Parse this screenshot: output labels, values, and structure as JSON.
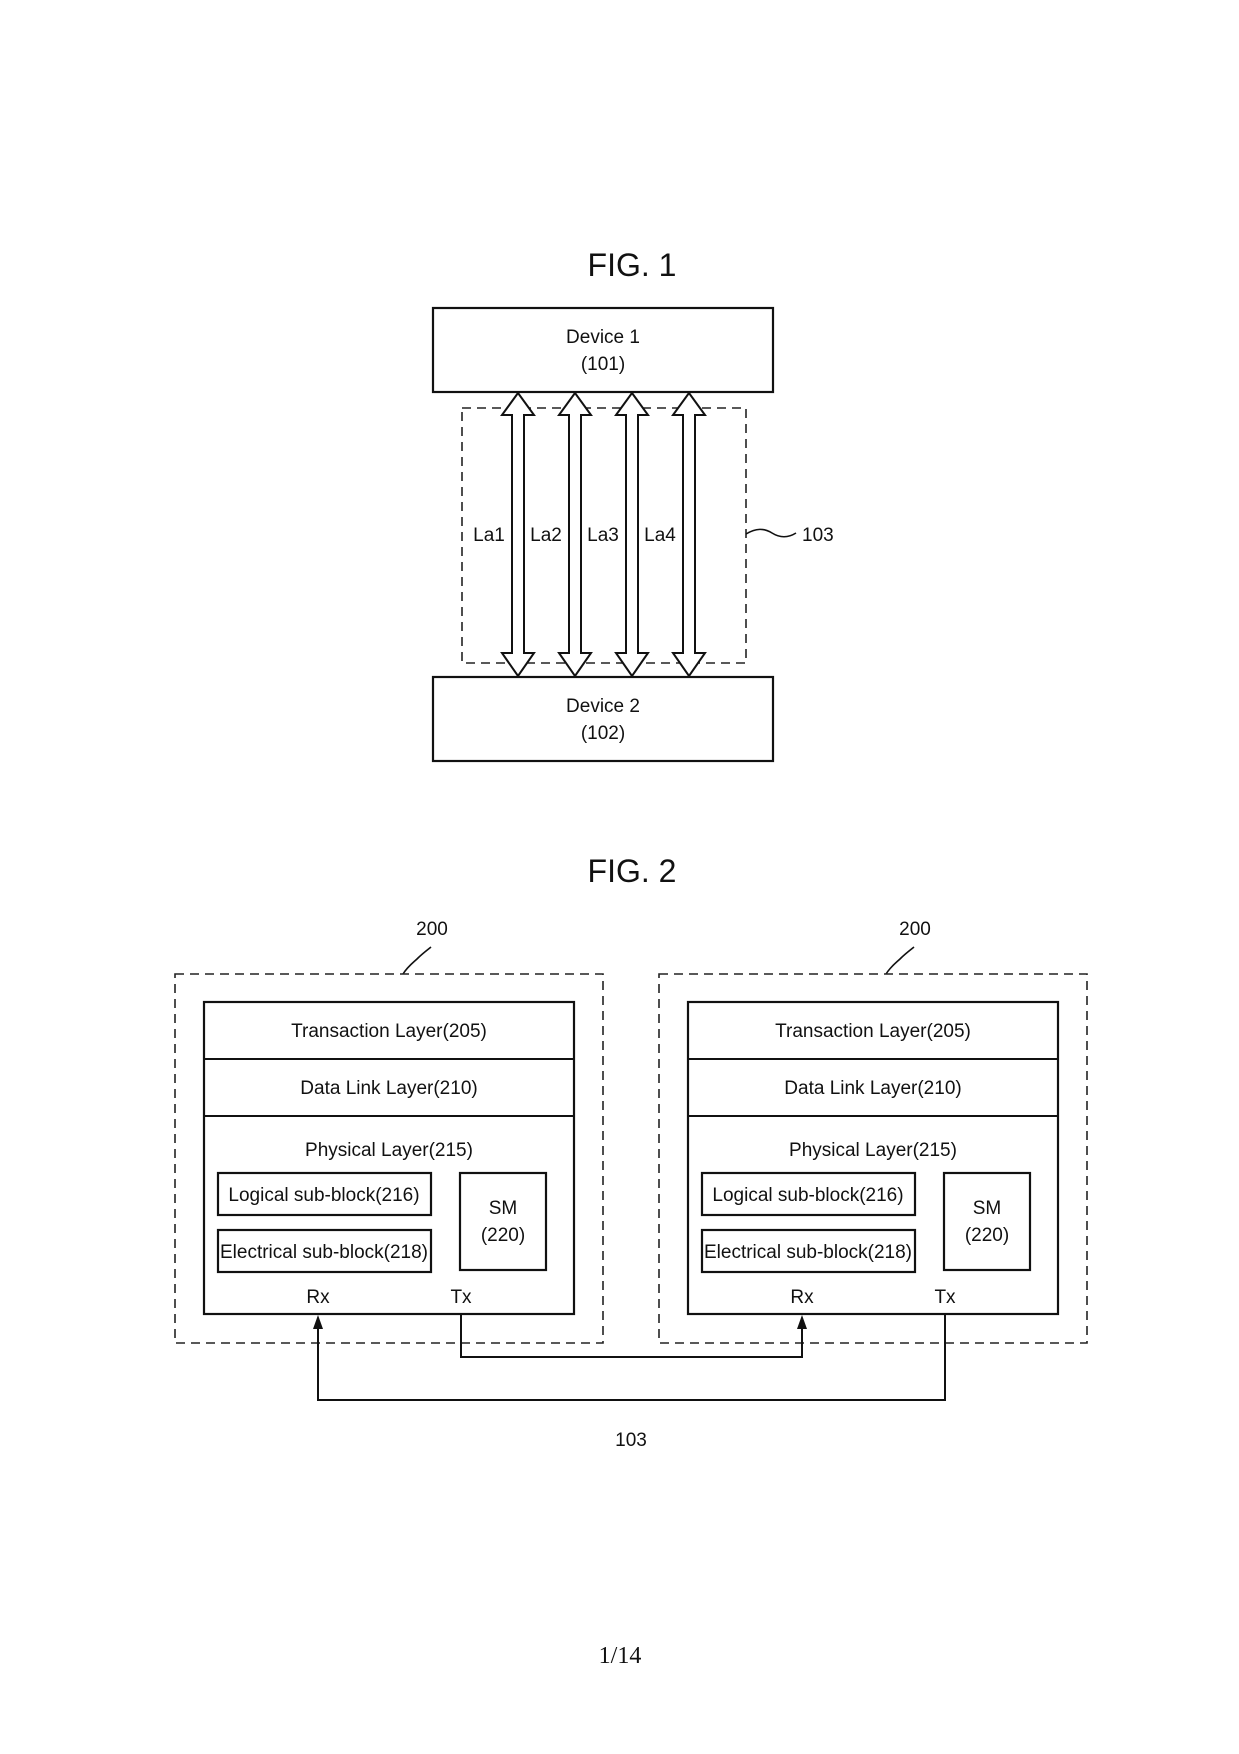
{
  "fig1": {
    "title": "FIG. 1",
    "device1": {
      "name": "Device 1",
      "ref": "(101)"
    },
    "device2": {
      "name": "Device 2",
      "ref": "(102)"
    },
    "lanes": [
      "La1",
      "La2",
      "La3",
      "La4"
    ],
    "link_ref": "103"
  },
  "fig2": {
    "title": "FIG. 2",
    "left": {
      "ref": "200",
      "transaction": "Transaction Layer(205)",
      "datalink": "Data Link Layer(210)",
      "physical": "Physical Layer(215)",
      "logical": "Logical sub-block(216)",
      "electrical": "Electrical sub-block(218)",
      "sm_name": "SM",
      "sm_ref": "(220)",
      "rx": "Rx",
      "tx": "Tx"
    },
    "right": {
      "ref": "200",
      "transaction": "Transaction Layer(205)",
      "datalink": "Data Link Layer(210)",
      "physical": "Physical Layer(215)",
      "logical": "Logical sub-block(216)",
      "electrical": "Electrical sub-block(218)",
      "sm_name": "SM",
      "sm_ref": "(220)",
      "rx": "Rx",
      "tx": "Tx"
    },
    "link_ref": "103"
  },
  "page_number": "1/14"
}
